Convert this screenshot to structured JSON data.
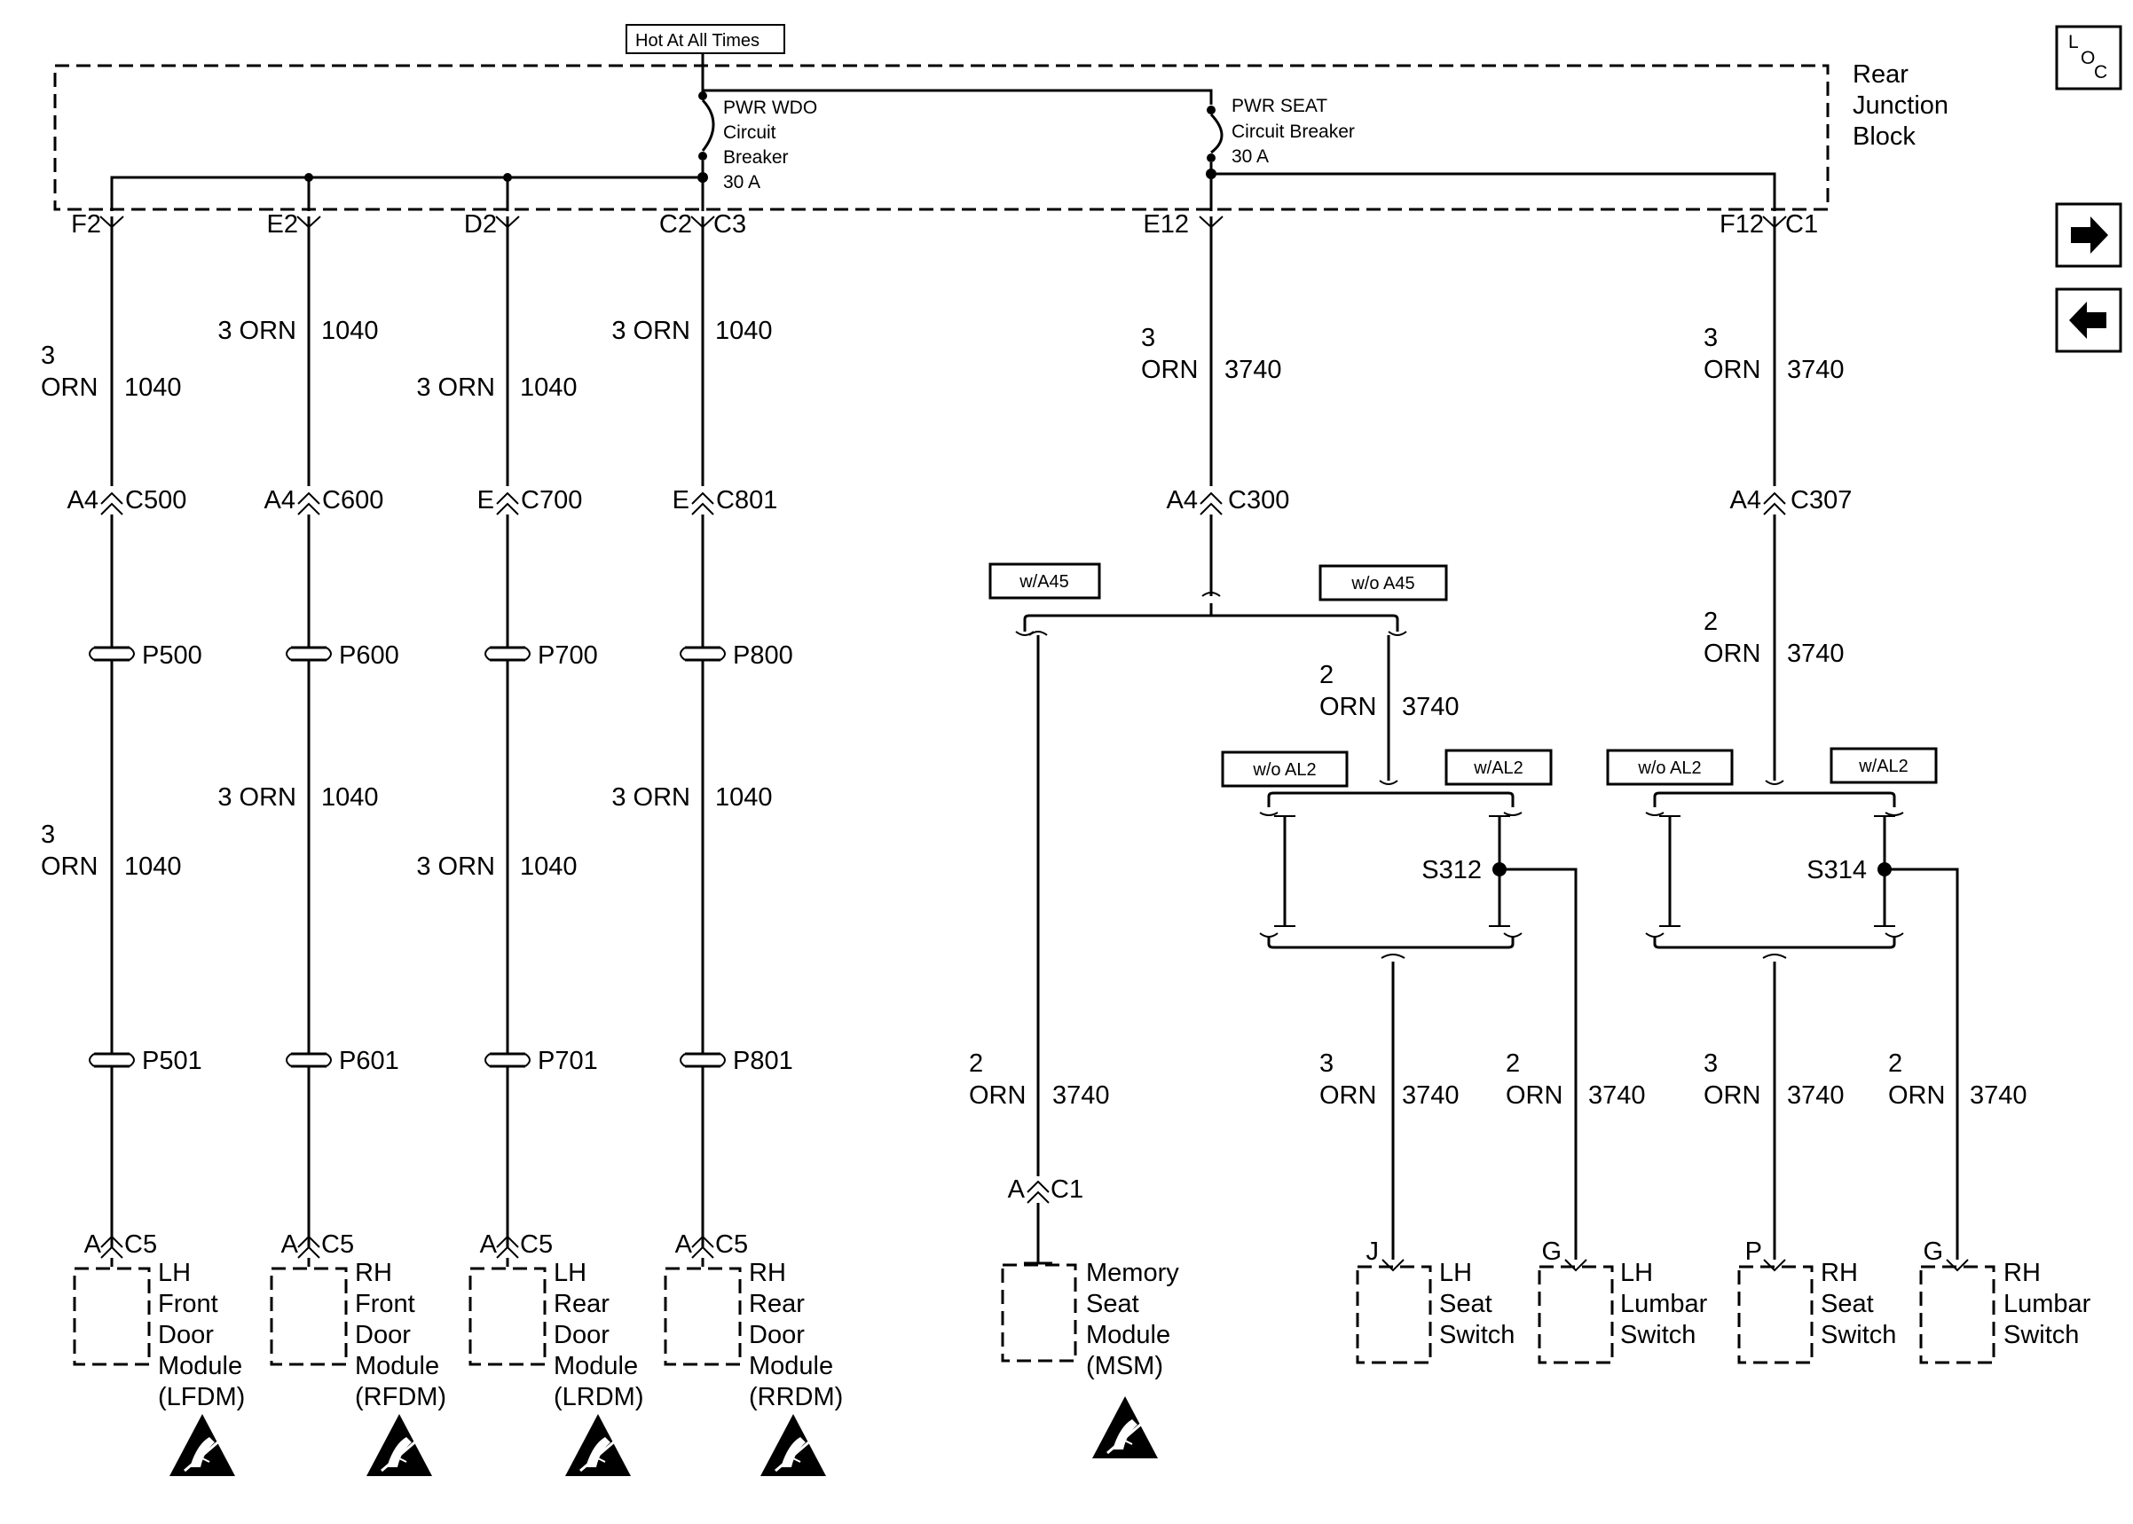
{
  "header_tag": "Hot At All Times",
  "junction_block": [
    "Rear",
    "Junction",
    "Block"
  ],
  "breakers": {
    "wdo": [
      "PWR WDO",
      "Circuit",
      "Breaker",
      "30 A"
    ],
    "seat": [
      "PWR SEAT",
      "Circuit Breaker",
      "30 A"
    ]
  },
  "nav": {
    "loc_l": "L",
    "loc_o": "O",
    "loc_c": "C"
  },
  "door_circuits": [
    {
      "pin": "F2",
      "w1": [
        "3",
        "ORN",
        "1040"
      ],
      "conn_pin": "A4",
      "conn": "C500",
      "p1": "P500",
      "w2": [
        "3",
        "ORN",
        "1040"
      ],
      "p2": "P501",
      "mod_pin": "A",
      "mod_conn": "C5",
      "module": [
        "LH",
        "Front",
        "Door",
        "Module",
        "(LFDM)"
      ]
    },
    {
      "pin": "E2",
      "w1": [
        "3 ORN",
        "1040"
      ],
      "conn_pin": "A4",
      "conn": "C600",
      "p1": "P600",
      "w2": [
        "3 ORN",
        "1040"
      ],
      "p2": "P601",
      "mod_pin": "A",
      "mod_conn": "C5",
      "module": [
        "RH",
        "Front",
        "Door",
        "Module",
        "(RFDM)"
      ]
    },
    {
      "pin": "D2",
      "w1": [
        "3 ORN",
        "1040"
      ],
      "conn_pin": "E",
      "conn": "C700",
      "p1": "P700",
      "w2": [
        "3 ORN",
        "1040"
      ],
      "p2": "P701",
      "mod_pin": "A",
      "mod_conn": "C5",
      "module": [
        "LH",
        "Rear",
        "Door",
        "Module",
        "(LRDM)"
      ]
    },
    {
      "pin": "C2",
      "pin2": "C3",
      "w1": [
        "3 ORN",
        "1040"
      ],
      "conn_pin": "E",
      "conn": "C801",
      "p1": "P800",
      "w2": [
        "3 ORN",
        "1040"
      ],
      "p2": "P801",
      "mod_pin": "A",
      "mod_conn": "C5",
      "module": [
        "RH",
        "Rear",
        "Door",
        "Module",
        "(RRDM)"
      ]
    }
  ],
  "seat_left": {
    "pin": "E12",
    "w1": [
      "3",
      "ORN",
      "3740"
    ],
    "conn_pin": "A4",
    "conn": "C300",
    "opt_with": "w/A45",
    "opt_without": "w/o A45",
    "w_msm": [
      "2",
      "ORN",
      "3740"
    ],
    "msm_conn_pin": "A",
    "msm_conn": "C1",
    "msm": [
      "Memory",
      "Seat",
      "Module",
      "(MSM)"
    ],
    "w_branch": [
      "2",
      "ORN",
      "3740"
    ],
    "opt_wo_al2": "w/o AL2",
    "opt_w_al2": "w/AL2",
    "splice": "S312",
    "w_seat": [
      "3",
      "ORN",
      "3740"
    ],
    "seat_pin": "J",
    "seat_switch": [
      "LH",
      "Seat",
      "Switch"
    ],
    "w_lumbar": [
      "2",
      "ORN",
      "3740"
    ],
    "lumbar_pin": "G",
    "lumbar_switch": [
      "LH",
      "Lumbar",
      "Switch"
    ]
  },
  "seat_right": {
    "pin": "F12",
    "pin2": "C1",
    "w1": [
      "3",
      "ORN",
      "3740"
    ],
    "conn_pin": "A4",
    "conn": "C307",
    "w2": [
      "2",
      "ORN",
      "3740"
    ],
    "opt_wo_al2": "w/o AL2",
    "opt_w_al2": "w/AL2",
    "splice": "S314",
    "w_seat": [
      "3",
      "ORN",
      "3740"
    ],
    "seat_pin": "P",
    "seat_switch": [
      "RH",
      "Seat",
      "Switch"
    ],
    "w_lumbar": [
      "2",
      "ORN",
      "3740"
    ],
    "lumbar_pin": "G",
    "lumbar_switch": [
      "RH",
      "Lumbar",
      "Switch"
    ]
  }
}
